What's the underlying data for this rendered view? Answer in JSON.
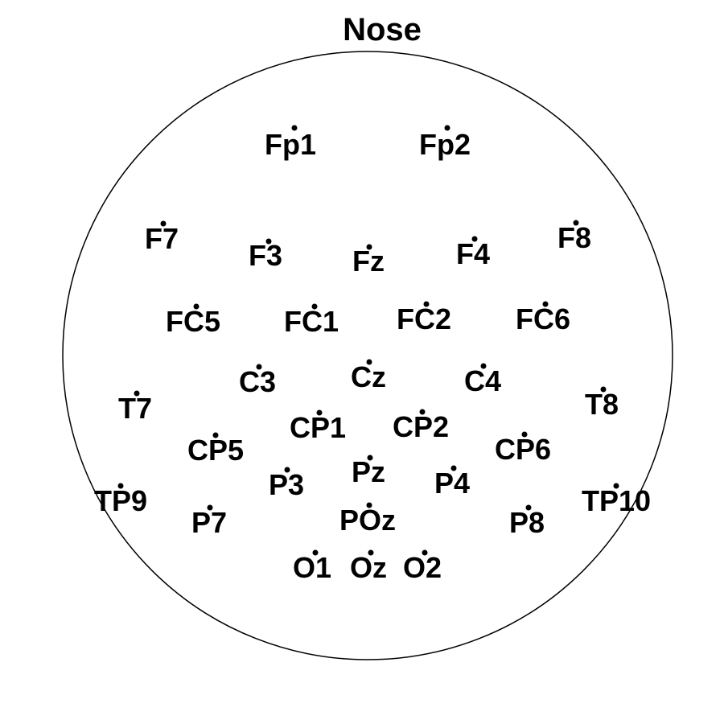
{
  "diagram": {
    "nose_label": "Nose",
    "colors": {
      "outline": "#000000",
      "text": "#000000",
      "background": "#ffffff"
    },
    "electrodes": [
      {
        "name": "Fp1"
      },
      {
        "name": "Fp2"
      },
      {
        "name": "F7"
      },
      {
        "name": "F3"
      },
      {
        "name": "Fz"
      },
      {
        "name": "F4"
      },
      {
        "name": "F8"
      },
      {
        "name": "FC5"
      },
      {
        "name": "FC1"
      },
      {
        "name": "FC2"
      },
      {
        "name": "FC6"
      },
      {
        "name": "T7"
      },
      {
        "name": "C3"
      },
      {
        "name": "Cz"
      },
      {
        "name": "C4"
      },
      {
        "name": "T8"
      },
      {
        "name": "CP5"
      },
      {
        "name": "CP1"
      },
      {
        "name": "CP2"
      },
      {
        "name": "CP6"
      },
      {
        "name": "TP9"
      },
      {
        "name": "P7"
      },
      {
        "name": "P3"
      },
      {
        "name": "Pz"
      },
      {
        "name": "P4"
      },
      {
        "name": "P8"
      },
      {
        "name": "TP10"
      },
      {
        "name": "POz"
      },
      {
        "name": "O1"
      },
      {
        "name": "Oz"
      },
      {
        "name": "O2"
      }
    ]
  }
}
